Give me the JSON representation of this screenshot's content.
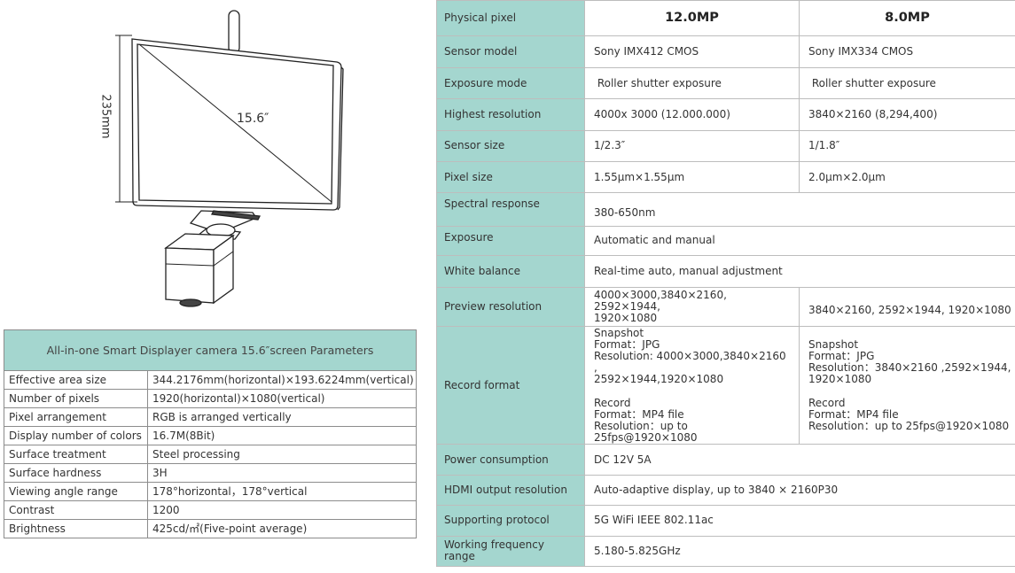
{
  "illustration": {
    "height_label": "235mm",
    "diagonal_label": "15.6″"
  },
  "screen_params": {
    "title": "All-in-one Smart Displayer camera 15.6″screen Parameters",
    "rows": [
      {
        "label": "Effective area size",
        "value": "344.2176mm(horizontal)×193.6224mm(vertical)"
      },
      {
        "label": "Number of pixels",
        "value": "1920(horizontal)×1080(vertical)"
      },
      {
        "label": "Pixel arrangement",
        "value": "RGB is arranged vertically"
      },
      {
        "label": "Display number of colors",
        "value": "16.7M(8Bit)"
      },
      {
        "label": "Surface treatment",
        "value": "Steel processing"
      },
      {
        "label": "Surface hardness",
        "value": "3H"
      },
      {
        "label": "Viewing angle range",
        "value": "178°horizontal，178°vertical"
      },
      {
        "label": "Contrast",
        "value": "1200"
      },
      {
        "label": "Brightness",
        "value": "425cd/㎡(Five-point average)"
      }
    ]
  },
  "camera_specs": {
    "header": {
      "label": "Physical pixel",
      "col_a": "12.0MP",
      "col_b": "8.0MP"
    },
    "sensor_model": {
      "label": "Sensor model",
      "a": "Sony IMX412 CMOS",
      "b": "Sony IMX334 CMOS"
    },
    "exposure_mode": {
      "label": "Exposure mode",
      "a": " Roller shutter exposure",
      "b": " Roller shutter exposure"
    },
    "highest_resolution": {
      "label": "Highest resolution",
      "a": "4000x 3000 (12.000.000)",
      "b": "3840×2160 (8,294,400)"
    },
    "sensor_size": {
      "label": "Sensor size",
      "a": "1/2.3″",
      "b": "1/1.8″"
    },
    "pixel_size": {
      "label": "Pixel size",
      "a": "1.55μm×1.55μm",
      "b": "2.0μm×2.0μm"
    },
    "spectral_response": {
      "label": "Spectral response",
      "value": "380-650nm"
    },
    "exposure": {
      "label": "Exposure",
      "value": "Automatic and manual"
    },
    "white_balance": {
      "label": "White balance",
      "value": "Real-time auto, manual adjustment"
    },
    "preview_resolution": {
      "label": "Preview resolution",
      "a": "4000×3000,3840×2160, 2592×1944,\n1920×1080",
      "b": "3840×2160, 2592×1944, 1920×1080"
    },
    "record_format": {
      "label": "Record format",
      "a_snapshot": "Snapshot\nFormat：JPG\nResolution: 4000×3000,3840×2160 ,\n2592×1944,1920×1080",
      "a_record": "Record\nFormat：MP4 file\nResolution：up to 25fps@1920×1080",
      "b_snapshot": "Snapshot\nFormat：JPG\nResolution：3840×2160 ,2592×1944,\n1920×1080",
      "b_record": "Record\nFormat：MP4 file\nResolution：up to 25fps@1920×1080"
    },
    "power": {
      "label": "Power consumption",
      "value": "DC 12V 5A"
    },
    "hdmi": {
      "label": "HDMI output resolution",
      "value": "Auto-adaptive display, up to 3840 × 2160P30"
    },
    "protocol": {
      "label": "Supporting protocol",
      "value": "5G WiFi IEEE 802.11ac"
    },
    "frequency": {
      "label": "Working frequency range",
      "value": "5.180-5.825GHz"
    }
  }
}
